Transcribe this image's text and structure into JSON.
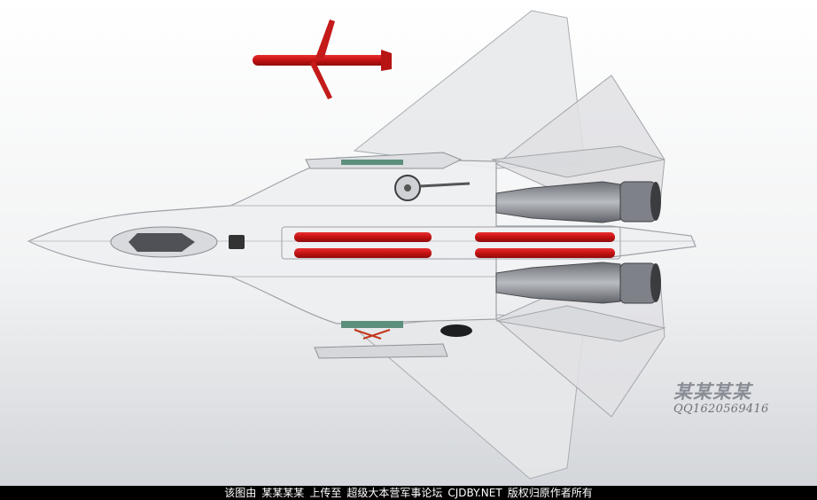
{
  "watermark": {
    "name": "某某某某",
    "qq": "QQ1620569416"
  },
  "footer": {
    "prefix": "该图由",
    "author": "某某某某",
    "uploaded_to": "上传至",
    "forum": "超级大本营军事论坛",
    "site": "CJDBY.NET",
    "rights": "版权归原作者所有"
  },
  "colors": {
    "background_top": "#ffffff",
    "background_bottom": "#d4d7db",
    "airframe": "#e8e9eb",
    "missile_red": "#d11a1a",
    "engine_gray": "#8d9096",
    "footer_bg": "#000000"
  }
}
